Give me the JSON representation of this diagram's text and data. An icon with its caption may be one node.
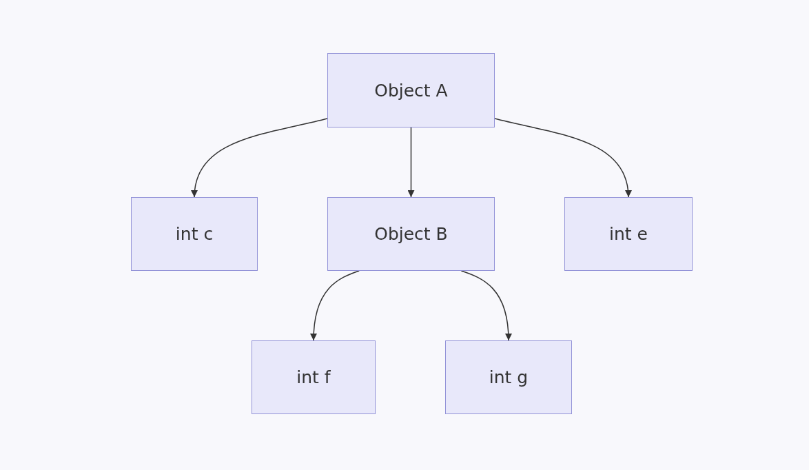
{
  "diagram": {
    "nodes": [
      {
        "text": [
          "Object A"
        ]
      },
      {
        "text": [
          "int c"
        ]
      },
      {
        "text": [
          "Object B"
        ]
      },
      {
        "text": [
          "int e"
        ]
      },
      {
        "text": [
          "int f"
        ]
      },
      {
        "text": [
          "int g"
        ]
      }
    ],
    "edges": [
      {
        "from": 0,
        "to": 1,
        "arrow": "to"
      },
      {
        "from": 0,
        "to": 2,
        "arrow": "to"
      },
      {
        "from": 0,
        "to": 3,
        "arrow": "to"
      },
      {
        "from": 2,
        "to": 4,
        "arrow": "to"
      },
      {
        "from": 2,
        "to": 5,
        "arrow": "to"
      }
    ]
  }
}
